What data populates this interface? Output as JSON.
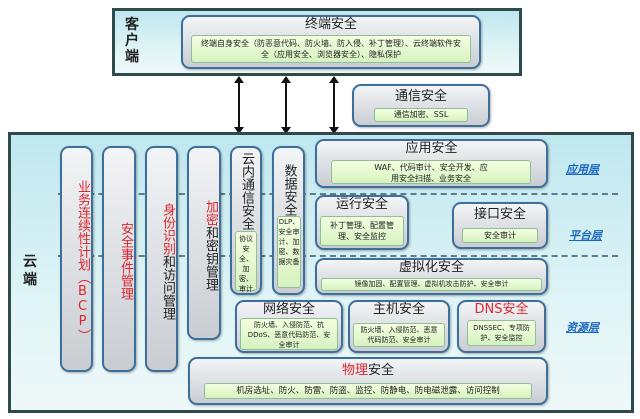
{
  "client": {
    "label": "客户端",
    "terminal": {
      "title": "终端安全",
      "desc": "终端自身安全（防恶意代码、防火墙、防入侵、补丁管理）、云终端软件安全（应用安全、浏览器安全）、隐私保护"
    }
  },
  "comm": {
    "title": "通信安全",
    "desc": "通信加密、SSL"
  },
  "cloud": {
    "label": "云端",
    "columns": [
      {
        "red": "业务连续性计划（BCP）",
        "black": ""
      },
      {
        "red": "安全事件管理",
        "black": ""
      },
      {
        "red": "身份识别",
        "black": "和访问管理"
      },
      {
        "red": "加密",
        "black": "和密钥管理"
      }
    ],
    "intra_comm": {
      "title": "云内通信安全",
      "desc": "协议安全、加密、审计"
    },
    "data_sec": {
      "title": "数据安全",
      "desc": "DLP、安全审计、加密、数据灾备"
    },
    "app_sec": {
      "title": "应用安全",
      "desc": "WAF、代码审计、安全开发、应用安全扫描、业务安全"
    },
    "run_sec": {
      "title": "运行安全",
      "desc": "补丁管理、配置管理、安全监控"
    },
    "iface_sec": {
      "title": "接口安全",
      "desc": "安全审计"
    },
    "virt_sec": {
      "title": "虚拟化安全",
      "desc": "镜像加固、配置管理、虚拟机攻击防护、安全审计"
    },
    "net_sec": {
      "title": "网络安全",
      "desc": "防火墙、入侵防范、抗DDoS、恶意代码防范、安全审计"
    },
    "host_sec": {
      "title": "主机安全",
      "desc": "防火墙、入侵防范、恶意代码防范、安全审计"
    },
    "dns_sec": {
      "title": "DNS安全",
      "desc": "DNSSEC、专项防护、安全监控"
    },
    "phys_sec": {
      "title_red": "物理",
      "title_black": "安全",
      "desc": "机房选址、防火、防雷、防盗、监控、防静电、防电磁泄露、访问控制"
    },
    "layers": {
      "app": "应用层",
      "platform": "平台层",
      "resource": "资源层"
    }
  },
  "colors": {
    "accent_red": "#e0262e",
    "layer_blue": "#1a66c0",
    "border": "#3d6f9a"
  }
}
